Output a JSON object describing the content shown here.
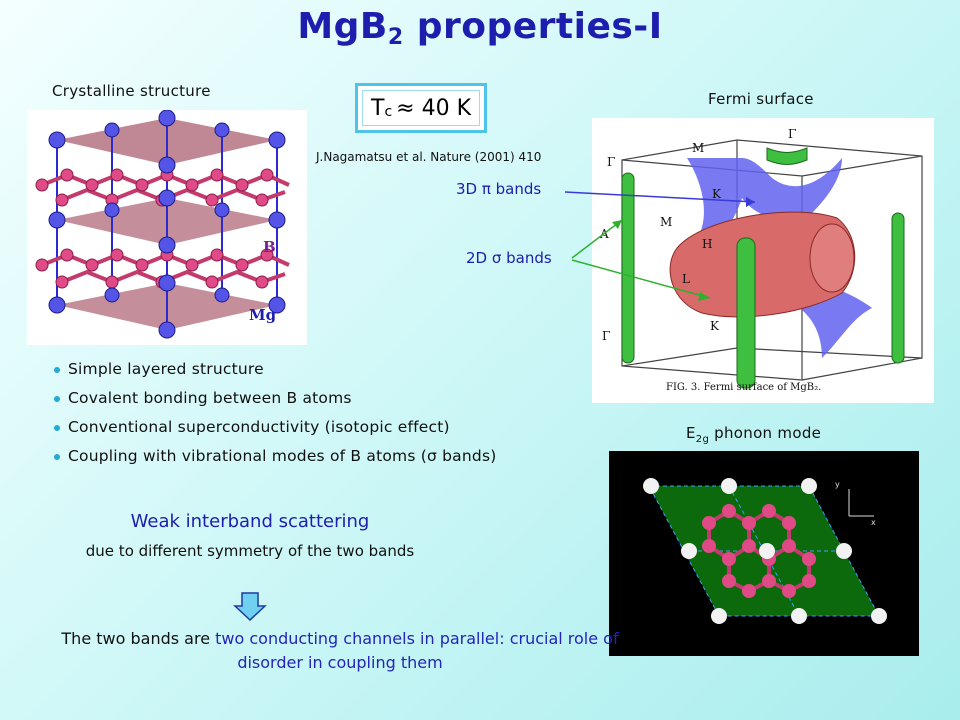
{
  "slide": {
    "title_main": "MgB",
    "title_sub": "2",
    "title_rest": " properties-I"
  },
  "crystal": {
    "label": "Crystalline structure",
    "label_b": "B",
    "label_mg": "Mg"
  },
  "tc": {
    "text_t": "T",
    "text_sub": "c",
    "text_rest": "≈ 40 K",
    "reference": "J.Nagamatsu et al. Nature (2001) 410"
  },
  "fermi": {
    "label": "Fermi surface",
    "band3d": "3D π bands",
    "band2d": "2D σ bands",
    "caption": "FIG. 3.  Fermi surface of MgB₂.",
    "points": [
      "Γ",
      "M",
      "Γ",
      "K",
      "M",
      "A",
      "H",
      "L",
      "Γ",
      "K"
    ]
  },
  "phonon": {
    "label_e": "E",
    "label_sub": "2g",
    "label_rest": " phonon mode",
    "axis_y": "y",
    "axis_x": "x"
  },
  "bullets": [
    "Simple layered structure",
    "Covalent bonding between B atoms",
    "Conventional superconductivity (isotopic effect)",
    "Coupling with vibrational modes of B atoms (σ bands)"
  ],
  "scattering": {
    "headline": "Weak interband scattering",
    "detail": "due to different symmetry of the two bands"
  },
  "conclusion": {
    "part1": "The two bands are ",
    "highlight": "two conducting channels in parallel: crucial role of disorder in coupling them"
  },
  "colors": {
    "title": "#1d1dae",
    "accent_box": "#4fc3ea",
    "bullet": "#23a9d8",
    "pi_band": "#5a5ae6",
    "sigma_band": "#3fbf3f",
    "boron": "#d8407a",
    "magnesium": "#4a4ad8"
  }
}
